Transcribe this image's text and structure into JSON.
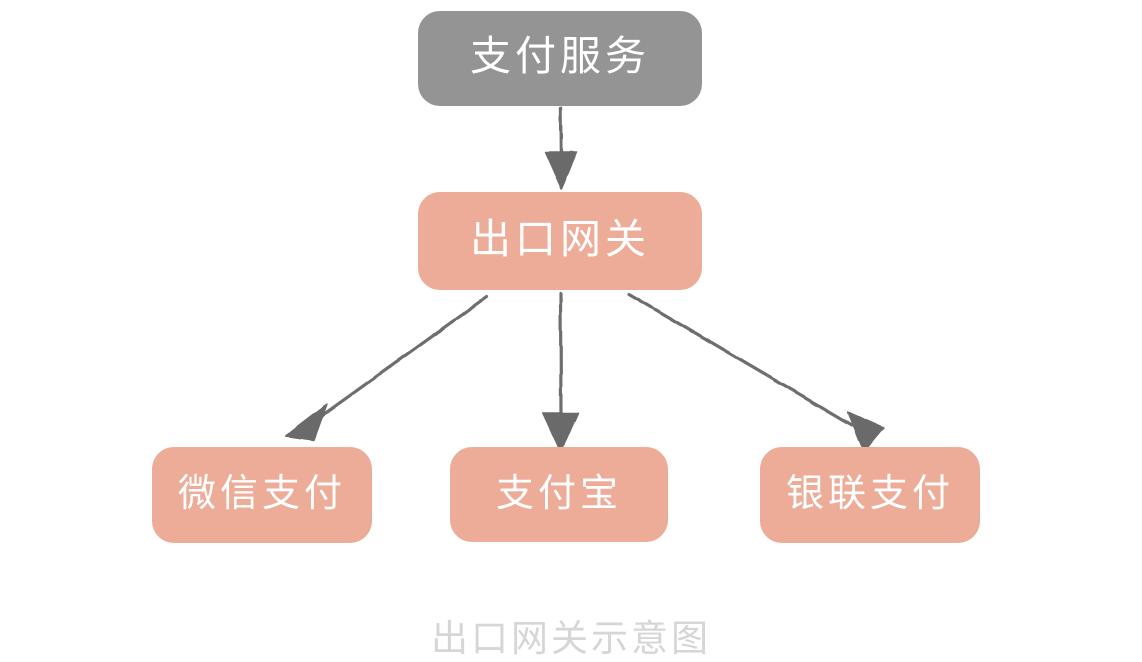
{
  "diagram": {
    "title": "出口网关示意图",
    "background_color": "#ffffff",
    "caption_color": "#d6d6d6",
    "nodes": [
      {
        "id": "payment-service",
        "label": "支付服务",
        "fill": "#949494",
        "text_color": "#ffffff",
        "role": "source-service"
      },
      {
        "id": "egress-gateway",
        "label": "出口网关",
        "fill": "#edac98",
        "text_color": "#ffffff",
        "role": "gateway"
      },
      {
        "id": "wechat-pay",
        "label": "微信支付",
        "fill": "#edac98",
        "text_color": "#ffffff",
        "role": "channel"
      },
      {
        "id": "alipay",
        "label": "支付宝",
        "fill": "#edac98",
        "text_color": "#ffffff",
        "role": "channel"
      },
      {
        "id": "unionpay",
        "label": "银联支付",
        "fill": "#edac98",
        "text_color": "#ffffff",
        "role": "channel"
      }
    ],
    "edges": [
      {
        "id": "edge-service-to-gateway",
        "from": "payment-service",
        "to": "egress-gateway",
        "label": "",
        "color": "#6e6e6e"
      },
      {
        "id": "edge-gateway-to-wechat",
        "from": "egress-gateway",
        "to": "wechat-pay",
        "label": "",
        "color": "#6e6e6e"
      },
      {
        "id": "edge-gateway-to-alipay",
        "from": "egress-gateway",
        "to": "alipay",
        "label": "",
        "color": "#6e6e6e"
      },
      {
        "id": "edge-gateway-to-unionpay",
        "from": "egress-gateway",
        "to": "unionpay",
        "label": "",
        "color": "#6e6e6e"
      }
    ]
  }
}
